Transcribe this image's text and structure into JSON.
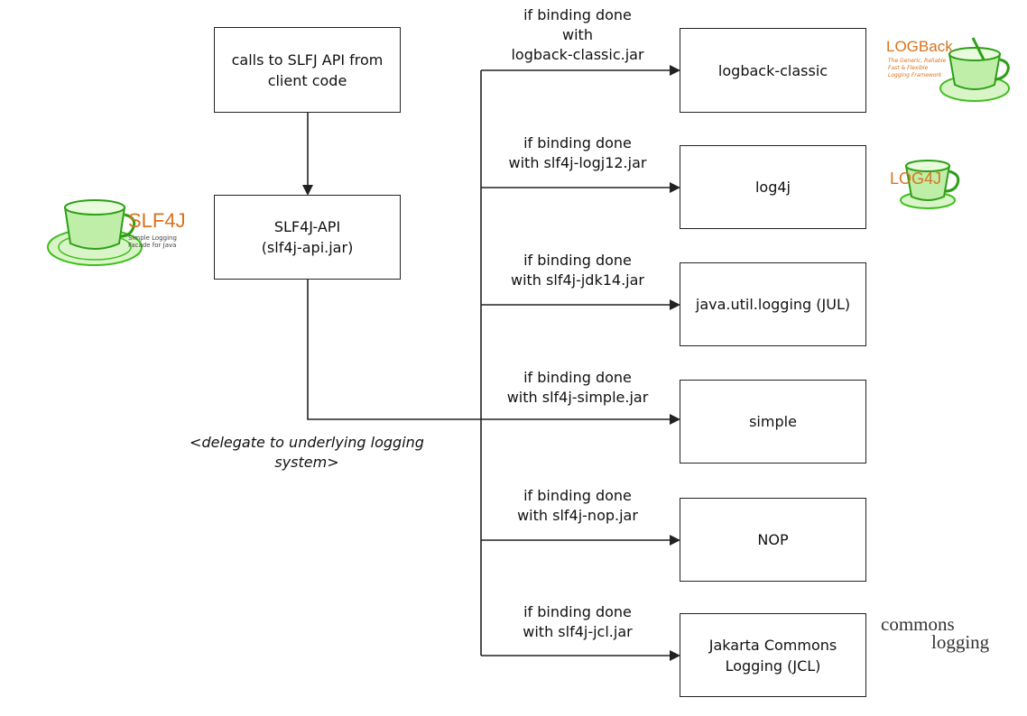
{
  "nodes": {
    "client": "calls to SLFJ API from\nclient code",
    "api": "SLF4J-API\n(slf4j-api.jar)",
    "logback": "logback-classic",
    "log4j": "log4j",
    "jul": "java.util.logging (JUL)",
    "simple": "simple",
    "nop": "NOP",
    "jcl": "Jakarta Commons\nLogging (JCL)"
  },
  "edges": {
    "logback": "if binding done\nwith\nlogback-classic.jar",
    "log4j": "if binding done\nwith slf4j-logj12.jar",
    "jul": "if binding done\nwith slf4j-jdk14.jar",
    "simple": "if binding done\nwith slf4j-simple.jar",
    "nop": "if binding done\nwith slf4j-nop.jar",
    "jcl": "if binding done\nwith slf4j-jcl.jar"
  },
  "delegate_note": "<delegate to underlying logging\nsystem>",
  "logos": {
    "slf4j": {
      "title": "SLF4J",
      "sub": "Simple Logging\nFacade for Java"
    },
    "logback": {
      "title": "LOGBack",
      "sub": "The Generic, Reliable\nFast & Flexible\nLogging Framework"
    },
    "log4j": {
      "title": "LOG4J"
    },
    "commons": {
      "line1": "commons",
      "line2": "logging"
    }
  },
  "colors": {
    "cup_green": "#3fbf1f",
    "logo_orange": "#d9731c",
    "line": "#222222"
  }
}
